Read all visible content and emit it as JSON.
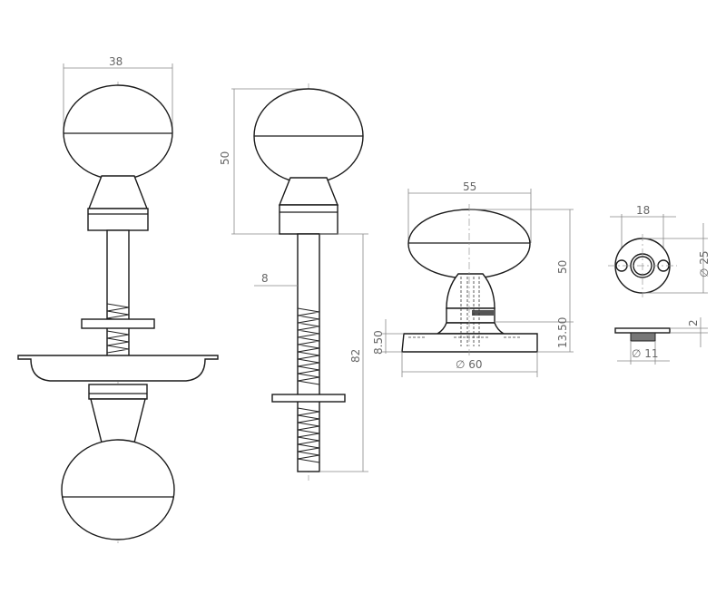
{
  "dimensions": {
    "side_view": {
      "knob_width": "38"
    },
    "spindle_view": {
      "knob_height": "50",
      "spindle_width": "8",
      "spindle_length": "82"
    },
    "rose_view": {
      "knob_width": "55",
      "knob_height": "50",
      "rose_thickness": "8.50",
      "neck_height": "13.50",
      "rose_diameter": "∅ 60"
    },
    "escutcheon_view": {
      "hole_spacing": "18",
      "diameter": "∅ 25",
      "thickness": "2",
      "boss_diameter": "∅ 11"
    }
  }
}
